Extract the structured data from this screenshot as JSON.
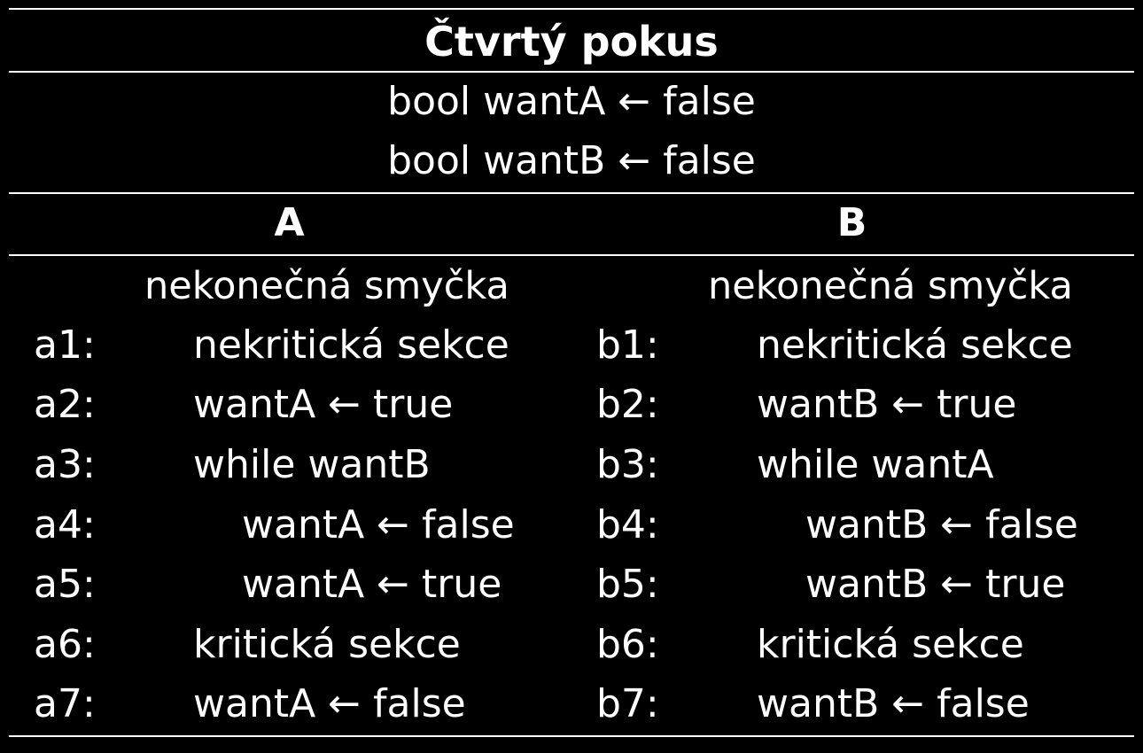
{
  "title": "Čtvrtý pokus",
  "globals": [
    "bool wantA ← false",
    "bool wantB ← false"
  ],
  "columns": {
    "A": {
      "header": "A",
      "loop": "nekonečná smyčka",
      "lines": [
        {
          "label": "a1:",
          "code": "nekritická sekce"
        },
        {
          "label": "a2:",
          "code": "wantA ← true"
        },
        {
          "label": "a3:",
          "code": "while wantB"
        },
        {
          "label": "a4:",
          "code": "wantA ← false"
        },
        {
          "label": "a5:",
          "code": "wantA ← true"
        },
        {
          "label": "a6:",
          "code": "kritická sekce"
        },
        {
          "label": "a7:",
          "code": "wantA ← false"
        }
      ]
    },
    "B": {
      "header": "B",
      "loop": "nekonečná smyčka",
      "lines": [
        {
          "label": "b1:",
          "code": "nekritická sekce"
        },
        {
          "label": "b2:",
          "code": "wantB ← true"
        },
        {
          "label": "b3:",
          "code": "while wantA"
        },
        {
          "label": "b4:",
          "code": "wantB ← false"
        },
        {
          "label": "b5:",
          "code": "wantB ← true"
        },
        {
          "label": "b6:",
          "code": "kritická sekce"
        },
        {
          "label": "b7:",
          "code": "wantB ← false"
        }
      ]
    }
  }
}
